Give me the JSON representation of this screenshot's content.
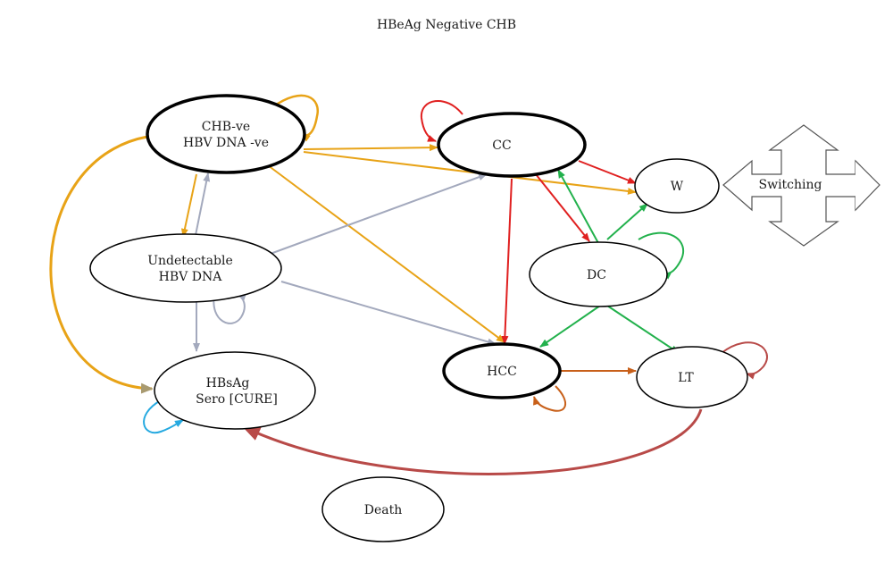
{
  "title": "HBeAg Negative CHB",
  "nodes": {
    "chb_ve": {
      "line1": "CHB-ve",
      "line2": "HBV DNA -ve"
    },
    "cc": {
      "line1": "CC"
    },
    "w": {
      "line1": "W"
    },
    "switching": {
      "line1": "Switching"
    },
    "undetectable": {
      "line1": "Undetectable",
      "line2": "HBV DNA"
    },
    "dc": {
      "line1": "DC"
    },
    "hbsag": {
      "line1": "HBsAg",
      "line2": "Sero [CURE]"
    },
    "hcc": {
      "line1": "HCC"
    },
    "lt": {
      "line1": "LT"
    },
    "death": {
      "line1": "Death"
    }
  },
  "colors": {
    "orange": "#e8a317",
    "gray": "#a3a9bd",
    "red": "#e02020",
    "green": "#22b14c",
    "brown_orange": "#c8601a",
    "dark_red": "#b84a48",
    "blue": "#25a9e0"
  }
}
